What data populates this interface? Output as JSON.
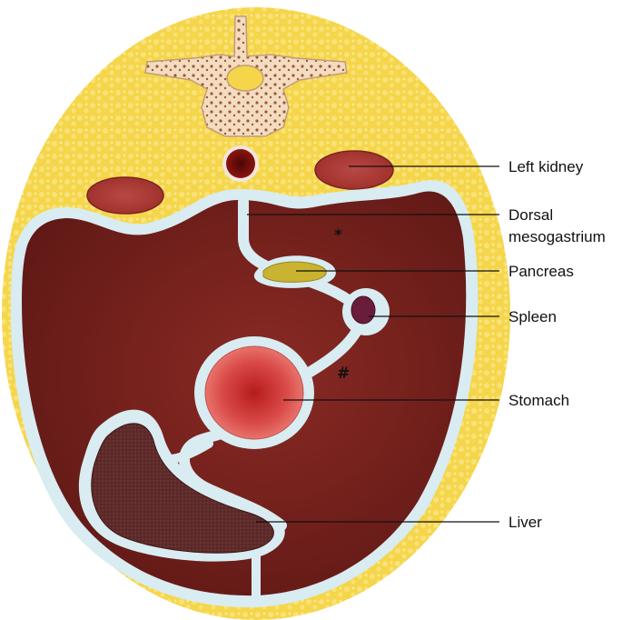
{
  "labels": {
    "left_kidney": "Left kidney",
    "dorsal_line1": "Dorsal",
    "dorsal_line2": "mesogastrium",
    "pancreas": "Pancreas",
    "spleen": "Spleen",
    "stomach": "Stomach",
    "liver": "Liver"
  },
  "markers": {
    "asterisk": "*",
    "hash": "#"
  },
  "colors": {
    "fat": "#f5d64a",
    "bone": "#f3dcc0",
    "peritoneal_cavity": "#6e1e1a",
    "mesentery": "#d8ecf2",
    "kidney": "#b5403a",
    "pancreas": "#c9b330",
    "spleen": "#6a1d3a",
    "stomach": "#dd5a5a",
    "liver": "#5e2a2a",
    "aorta": "#8c1410"
  },
  "icons": {
    "vertebra": "vertebra-icon",
    "aorta": "aorta-icon"
  }
}
